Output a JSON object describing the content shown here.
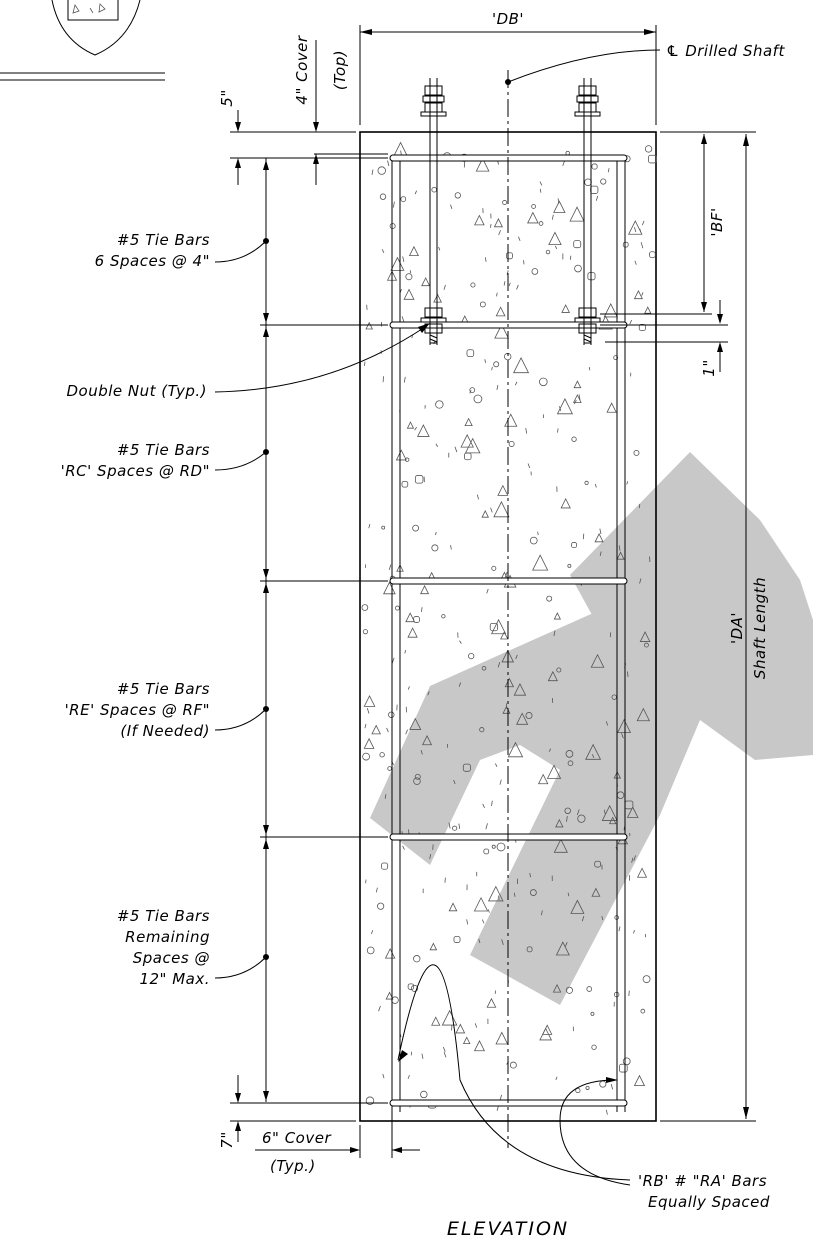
{
  "title": "ELEVATION",
  "watermark_letters": "DR",
  "dimensions": {
    "db": "'DB'",
    "da": "'DA'",
    "shaft_length": "Shaft Length",
    "bf": "'BF'",
    "top_5": "5\"",
    "one_inch": "1\"",
    "bottom_7": "7\""
  },
  "labels": {
    "centerline": "℄ Drilled Shaft",
    "cover_top_line1": "4\" Cover",
    "cover_top_line2": "(Top)",
    "tie1_line1": "#5 Tie Bars",
    "tie1_line2": "6 Spaces @ 4\"",
    "double_nut": "Double Nut (Typ.)",
    "tie2_line1": "#5 Tie Bars",
    "tie2_line2": "'RC' Spaces @ RD\"",
    "tie3_line1": "#5 Tie Bars",
    "tie3_line2": "'RE' Spaces @ RF\"",
    "tie3_line3": "(If Needed)",
    "tie4_line1": "#5 Tie Bars",
    "tie4_line2": "Remaining",
    "tie4_line3": "Spaces @",
    "tie4_line4": "12\" Max.",
    "cover_side_line1": "6\" Cover",
    "cover_side_line2": "(Typ.)",
    "rb_line1": "'RB' # \"RA' Bars",
    "rb_line2": "Equally Spaced"
  },
  "colors": {
    "line": "#000000",
    "watermark": "#c8c8c8"
  }
}
